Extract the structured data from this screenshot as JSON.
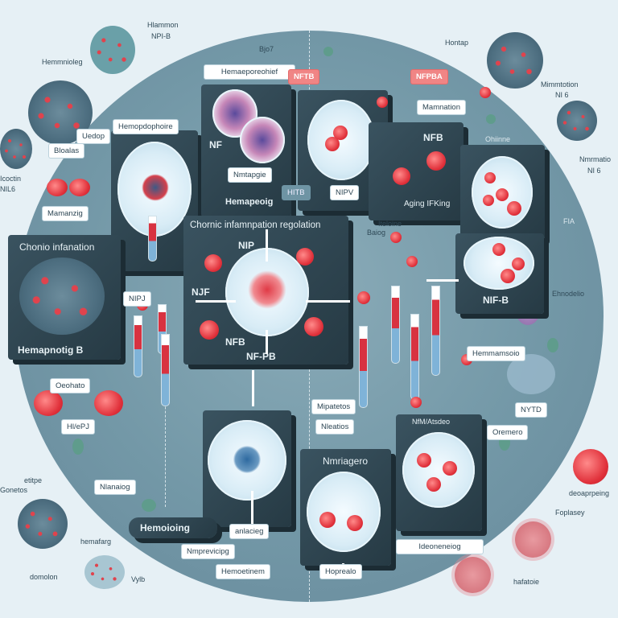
{
  "diagram": {
    "center_title": "Chornic infamnpation regolation",
    "panels": {
      "left_big_title": "Chonio infanation",
      "left_big_footer": "Hemapnotig B",
      "top_a_header": "Hemopdophoire",
      "top_b_header": "Hemaeporeohief",
      "top_b_text": "NF",
      "top_b_footer": "Hemapeoig",
      "top_d_text": "NFB",
      "top_d_footer": "Aging IFKing",
      "right_footer": "NIF-B",
      "center_up": "NIP",
      "center_left": "NJF",
      "center_bottom": "NFB",
      "center_footer": "NF-PB",
      "bottom_mid_title": "Nmriagero",
      "bottom_right_header": "NfM/Atsdeo",
      "bottom_bar": "Hemoioing"
    },
    "callouts_red": [
      "NFTB",
      "NFPBA"
    ],
    "labels": [
      "Uedop",
      "Nmtapgie",
      "HITB",
      "NIPV",
      "Mamnation",
      "Ohiinne",
      "NIPJ",
      "Hemmamsoio",
      "Mipatetos",
      "Nleatios",
      "Ideoneneiog",
      "Nlanaiog",
      "anlacieg",
      "Nmprevicipg",
      "Hemoetinem",
      "Hoprealo",
      "NYTD",
      "Oremero",
      "Bloalas",
      "Mamanzig",
      "Hl/ePJ",
      "Oeohato"
    ],
    "free_text": [
      "Hemmnioleg",
      "Hlammon",
      "NPI-B",
      "Bjo7",
      "Hontap",
      "Mimmtotion",
      "NI 6",
      "Nmrmatio",
      "NI 6",
      "Icoctin",
      "NIL6",
      "Iteloine",
      "Baiog",
      "Ehnodelio",
      "etitpe",
      "Gonetos",
      "hemafarg",
      "domolon",
      "Vylb",
      "deoaprpeing",
      "Foplasey",
      "hafatoie",
      "FIA"
    ],
    "colors": {
      "background": "#e6f0f5",
      "disc": "#7398a7",
      "panel": "#2e4550",
      "accent_red": "#e0303a",
      "callout": "#f08585"
    }
  }
}
